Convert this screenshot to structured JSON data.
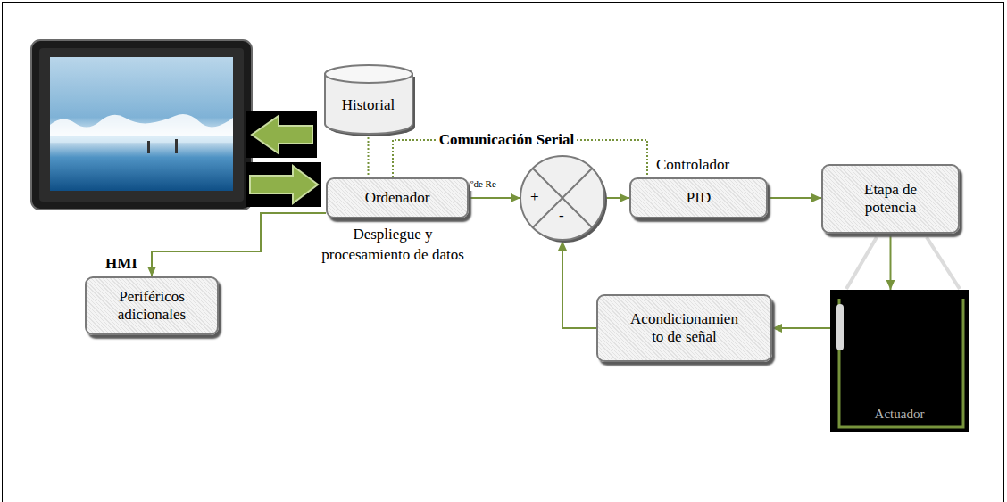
{
  "diagram": {
    "nodes": [
      {
        "text": [
          "Historial"
        ]
      },
      {
        "text": [
          "Ordenador"
        ]
      },
      {
        "text": [
          "+",
          "-"
        ]
      },
      {
        "text": [
          "PID"
        ]
      },
      {
        "text": [
          "Etapa de potencia"
        ]
      },
      {
        "text": [
          "Periféricos adicionales"
        ]
      },
      {
        "text": [
          "Acondicionamien to de señal"
        ]
      },
      {
        "text": [
          "Actuador"
        ]
      }
    ],
    "edges": [
      {
        "from": 0,
        "to": 1,
        "arrow": "none"
      },
      {
        "from": 1,
        "to": 3,
        "label": "Comunicación Serial",
        "arrow": "none"
      },
      {
        "from": 1,
        "to": 2,
        "arrow": "to"
      },
      {
        "from": 2,
        "to": 3,
        "arrow": "to"
      },
      {
        "from": 3,
        "to": 4,
        "arrow": "to"
      },
      {
        "from": 4,
        "to": 7,
        "arrow": "to"
      },
      {
        "from": 7,
        "to": 6,
        "arrow": "to"
      },
      {
        "from": 6,
        "to": 2,
        "arrow": "to"
      },
      {
        "from": 1,
        "to": 5,
        "arrow": "to"
      }
    ],
    "labels": [
      "HMI",
      "Despliegue y procesamiento de datos",
      "Controlador",
      "ºde Re"
    ]
  }
}
